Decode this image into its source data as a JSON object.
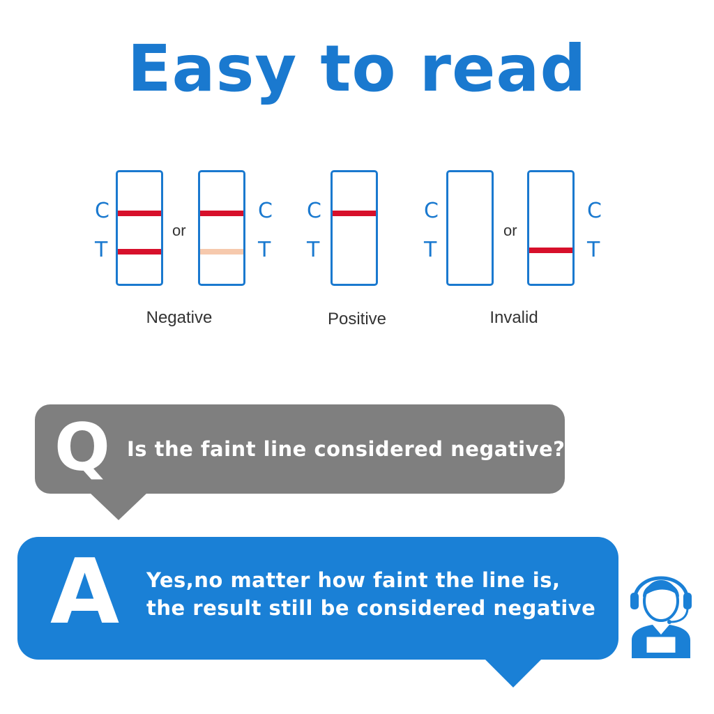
{
  "title": "Easy to read",
  "labels": {
    "control": "C",
    "test": "T",
    "or": "or"
  },
  "results": [
    {
      "caption": "Negative"
    },
    {
      "caption": "Positive"
    },
    {
      "caption": "Invalid"
    }
  ],
  "faq": {
    "question_letter": "Q",
    "question": "Is the faint line considered negative?",
    "answer_letter": "A",
    "answer_line1": "Yes,no matter how faint the line is,",
    "answer_line2": "the result still be considered negative"
  },
  "colors": {
    "brand_blue": "#1a79cf",
    "line_red": "#d7102b",
    "faint_line": "#f6c9ad",
    "question_gray": "#7f7f7f",
    "answer_blue": "#1a80d6"
  },
  "icons": {
    "agent": "customer-service-agent-icon"
  }
}
